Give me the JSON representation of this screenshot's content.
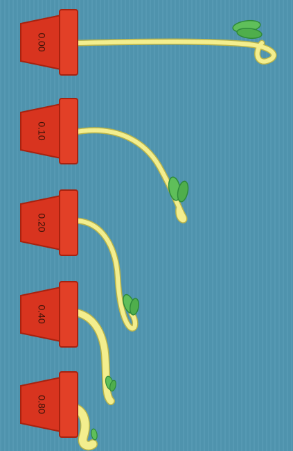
{
  "colors": {
    "background": "#4f93ad",
    "pot": "#d8341f",
    "pot_dark": "#a8220f",
    "stem": "#f3ee8e",
    "stem_outline": "#b8b34a",
    "leaf": "#5fbf5a",
    "leaf_dark": "#2f8a3a"
  },
  "pots": [
    {
      "label": "0.00"
    },
    {
      "label": "0.10"
    },
    {
      "label": "0.20"
    },
    {
      "label": "0.40"
    },
    {
      "label": "0.80"
    }
  ]
}
